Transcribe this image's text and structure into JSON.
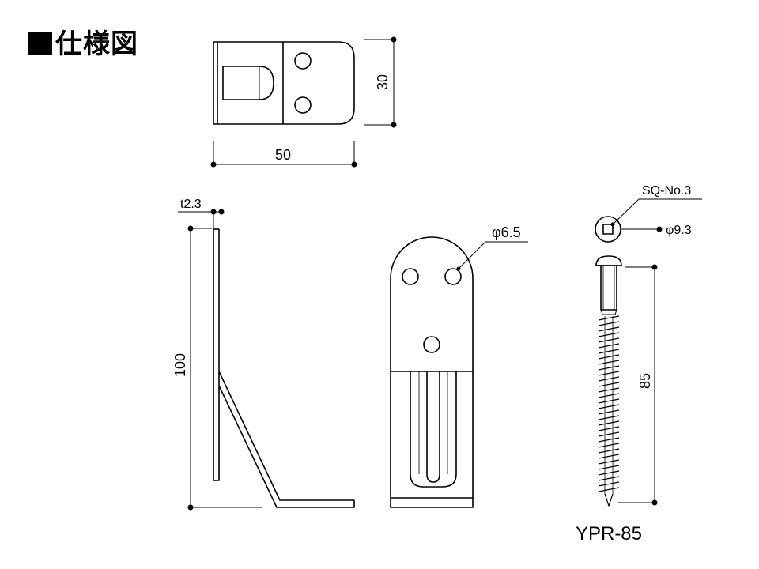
{
  "title": "仕様図",
  "dimensions": {
    "top_height": "30",
    "top_width": "50",
    "thickness": "t2.3",
    "side_height": "100",
    "hole_diameter": "φ6.5",
    "screw_drive": "SQ-No.3",
    "screw_head_diameter": "φ9.3",
    "screw_length": "85"
  },
  "model": "YPR-85"
}
